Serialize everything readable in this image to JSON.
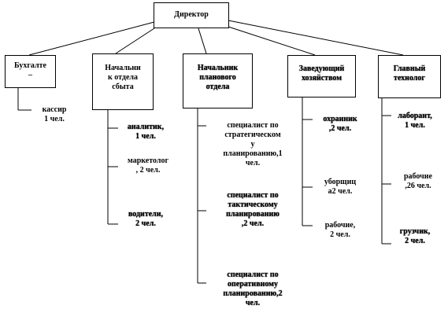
{
  "director": "Директор",
  "departments": [
    {
      "id": "accounting",
      "title_lines": [
        "Бухгалте",
        "–"
      ]
    },
    {
      "id": "sales",
      "title_lines": [
        "Начальни",
        "к отдела",
        "сбыта"
      ]
    },
    {
      "id": "planning",
      "title_lines": [
        "Начальник",
        "планового",
        "отдела"
      ]
    },
    {
      "id": "household",
      "title_lines": [
        "Заведующий",
        "хозяйством"
      ]
    },
    {
      "id": "tech",
      "title_lines": [
        "Главный",
        "технолог"
      ]
    }
  ],
  "staff": {
    "accounting": [
      {
        "lines": [
          "кассир",
          "1 чел."
        ]
      }
    ],
    "sales": [
      {
        "lines": [
          "аналитик,",
          "1 чел."
        ]
      },
      {
        "lines": [
          "маркетолог",
          ", 2 чел."
        ]
      },
      {
        "lines": [
          "водители,",
          "2 чел."
        ]
      }
    ],
    "planning": [
      {
        "lines": [
          "специалист по",
          "стратегическом",
          "у",
          "планированию,1",
          "чел."
        ]
      },
      {
        "lines": [
          "специалист по",
          "тактическому",
          "планированию",
          ",2 чел."
        ]
      },
      {
        "lines": [
          "специалист по",
          "оперативному",
          "планированию,2",
          "чел."
        ]
      }
    ],
    "household": [
      {
        "lines": [
          "охранник",
          ",2 чел."
        ]
      },
      {
        "lines": [
          "уборщиц",
          "а2 чел."
        ]
      },
      {
        "lines": [
          "рабочие,",
          "2 чел."
        ]
      }
    ],
    "tech": [
      {
        "lines": [
          "лаборант,",
          "1 чел."
        ]
      },
      {
        "lines": [
          "рабочие",
          ",26 чел."
        ]
      },
      {
        "lines": [
          "грузчик,",
          "2 чел."
        ]
      }
    ]
  }
}
